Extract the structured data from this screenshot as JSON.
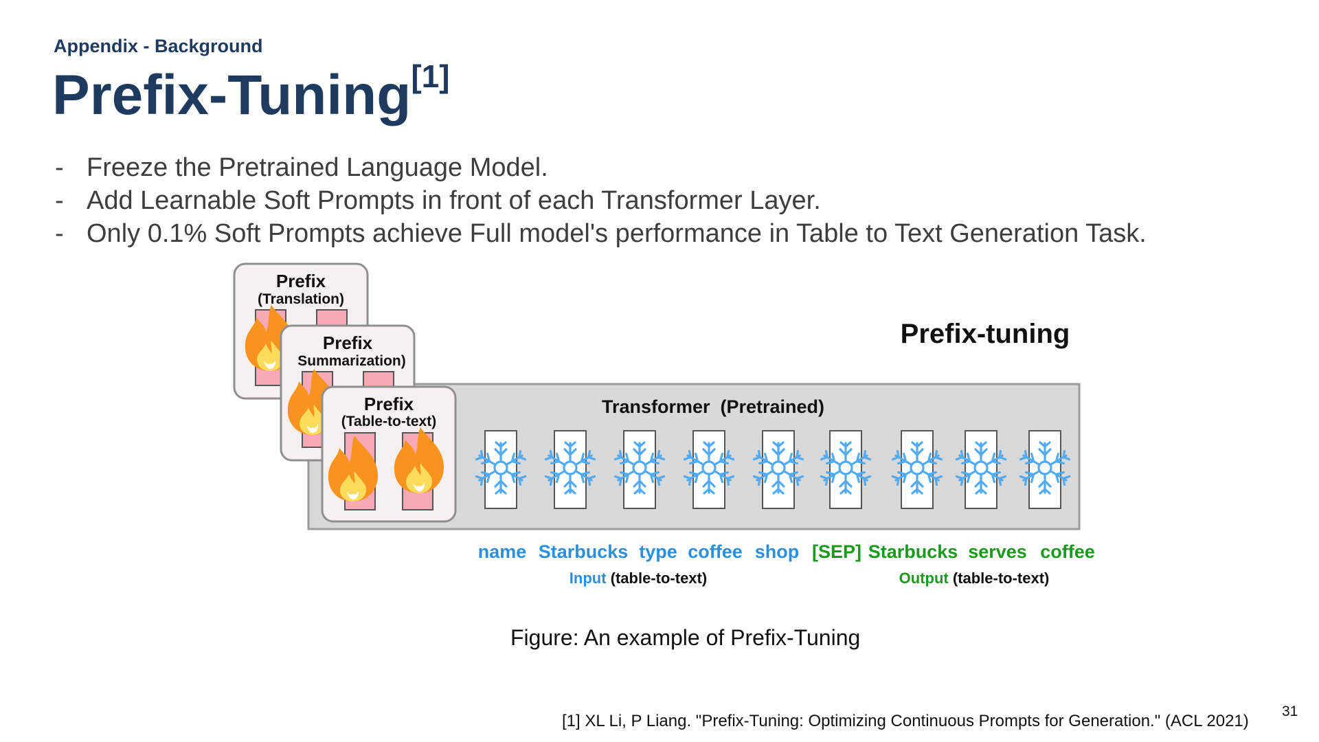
{
  "header": {
    "kicker": "Appendix - Background",
    "title": "Prefix-Tuning",
    "title_ref": "[1]"
  },
  "bullets": [
    "Freeze the Pretrained Language Model.",
    "Add Learnable Soft Prompts in front of each Transformer Layer.",
    "Only 0.1% Soft Prompts achieve Full model's performance in Table to Text Generation Task."
  ],
  "bullet_marker": "-",
  "diagram": {
    "heading": "Prefix-tuning",
    "transformer_label": "Transformer  (Pretrained)",
    "prefix_cards": [
      {
        "title": "Prefix",
        "task": "(Translation)"
      },
      {
        "title": "Prefix",
        "task": "Summarization)"
      },
      {
        "title": "Prefix",
        "task": "(Table-to-text)"
      }
    ],
    "input_tokens": [
      "name",
      "Starbucks",
      "type",
      "coffee",
      "shop"
    ],
    "output_tokens": [
      "[SEP]",
      "Starbucks",
      "serves",
      "coffee"
    ],
    "input_caption": {
      "colored": "Input",
      "rest": " (table-to-text)"
    },
    "output_caption": {
      "colored": "Output",
      "rest": " (table-to-text)"
    },
    "frozen_columns": 9,
    "icons": {
      "frozen": "snowflake-icon",
      "trainable": "fire-icon"
    },
    "colors": {
      "input": "#2b8fdc",
      "output": "#1a9a1a",
      "snowflake": "#52aaf0",
      "prefix_fill": "#f7a9b6",
      "card_fill": "#f6f0f0",
      "transformer_fill": "#d9d9d9",
      "flame_outer": "#f7931e",
      "flame_inner": "#fddc5c"
    }
  },
  "caption": "Figure: An example of Prefix-Tuning",
  "footnote": "[1] XL Li, P Liang. \"Prefix-Tuning: Optimizing Continuous Prompts for Generation.\" (ACL 2021)",
  "page_number": "31"
}
